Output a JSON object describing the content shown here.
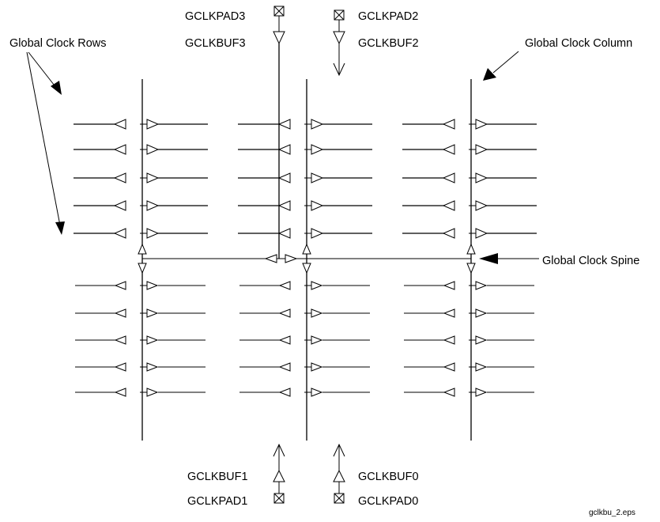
{
  "labels": {
    "gclkpad3": "GCLKPAD3",
    "gclkbuf3": "GCLKBUF3",
    "gclkpad2": "GCLKPAD2",
    "gclkbuf2": "GCLKBUF2",
    "gclkbuf1": "GCLKBUF1",
    "gclkpad1": "GCLKPAD1",
    "gclkbuf0": "GCLKBUF0",
    "gclkpad0": "GCLKPAD0",
    "global_clock_rows": "Global Clock Rows",
    "global_clock_column": "Global Clock Column",
    "global_clock_spine": "Global Clock Spine",
    "filename": "gclkbu_2.eps"
  },
  "structure": {
    "columns": 3,
    "upper_rows_per_column": 5,
    "lower_rows_per_column": 5
  },
  "colors": {
    "line": "#000000",
    "background": "#ffffff"
  }
}
